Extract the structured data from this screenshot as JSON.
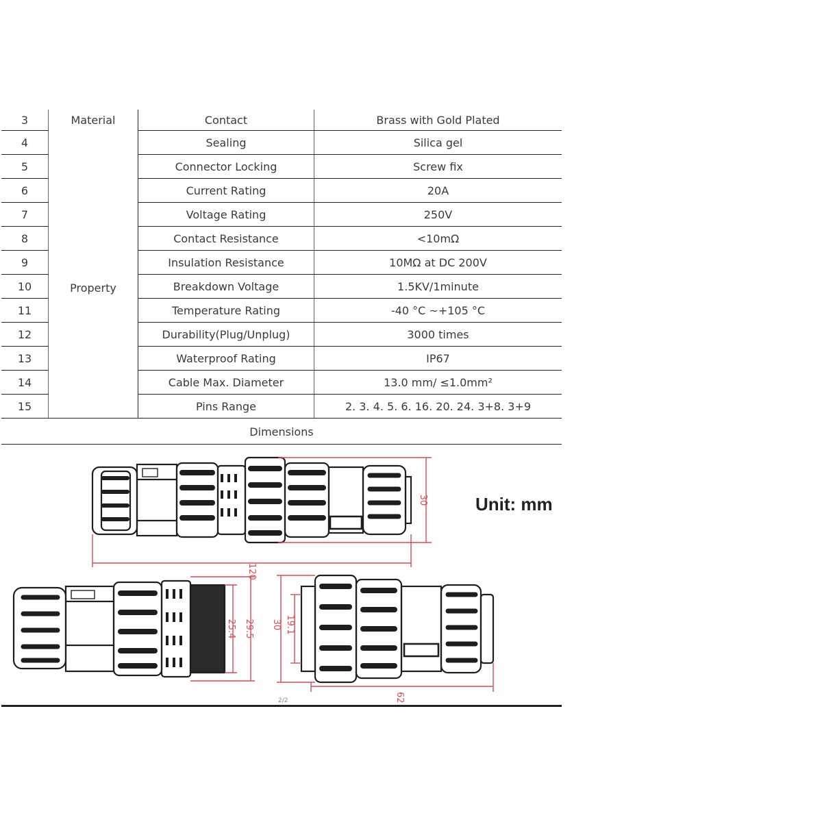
{
  "spec_rows": [
    {
      "no": "3",
      "param": "Contact",
      "value": "Brass with Gold Plated"
    },
    {
      "no": "4",
      "param": "Sealing",
      "value": "Silica gel"
    },
    {
      "no": "5",
      "param": "Connector Locking",
      "value": "Screw fix"
    },
    {
      "no": "6",
      "param": "Current Rating",
      "value": "20A"
    },
    {
      "no": "7",
      "param": "Voltage Rating",
      "value": "250V"
    },
    {
      "no": "8",
      "param": "Contact Resistance",
      "value": "<10mΩ"
    },
    {
      "no": "9",
      "param": "Insulation Resistance",
      "value": "10MΩ at DC 200V"
    },
    {
      "no": "10",
      "param": "Breakdown Voltage",
      "value": "1.5KV/1minute"
    },
    {
      "no": "11",
      "param": "Temperature Rating",
      "value": "-40 °C ~+105 °C"
    },
    {
      "no": "12",
      "param": "Durability(Plug/Unplug)",
      "value": "3000 times"
    },
    {
      "no": "13",
      "param": "Waterproof Rating",
      "value": "IP67"
    },
    {
      "no": "14",
      "param": "Cable Max. Diameter",
      "value": "13.0 mm/ ≤1.0mm²"
    },
    {
      "no": "15",
      "param": "Pins Range",
      "value": "2. 3. 4. 5. 6. 16. 20. 24. 3+8. 3+9"
    }
  ],
  "categories": {
    "material": "Material",
    "property": "Property"
  },
  "dimensions_title": "Dimensions",
  "unit_label": "Unit: mm",
  "page_number": "2/2",
  "drawing_dims": {
    "top_height": "30",
    "top_length": "120",
    "left_outer_dia": "29.5",
    "left_thread_dia": "25.4",
    "right_inner_dia": "19.1",
    "right_outer_dia": "30",
    "right_length": "62"
  },
  "colors": {
    "dimension_line": "#d94b55",
    "outline": "#1e1e1e",
    "rule": "#222222"
  }
}
